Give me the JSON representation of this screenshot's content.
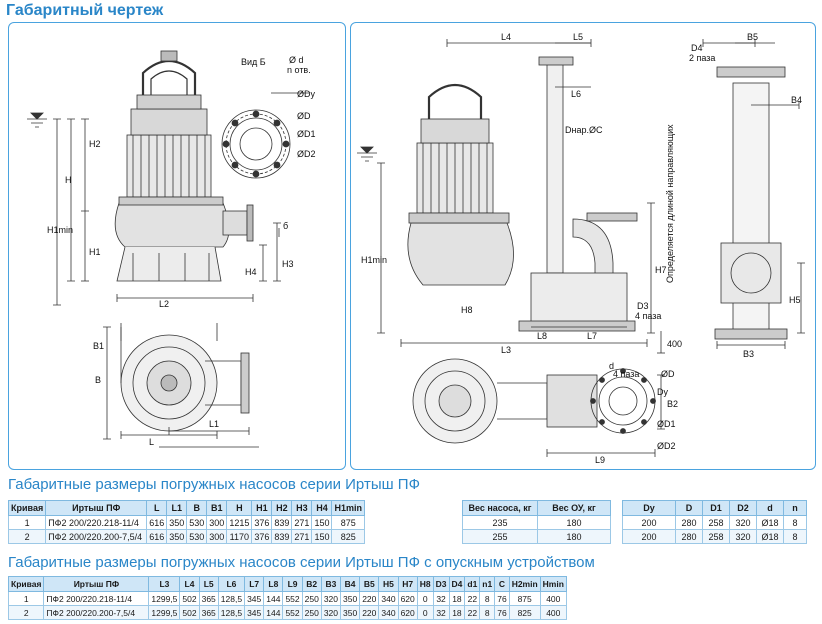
{
  "page": {
    "title": "Габаритный чертеж"
  },
  "drawing_labels": {
    "left": {
      "H": "H",
      "H1": "H1",
      "H2": "H2",
      "H1min": "H1min",
      "H3": "H3",
      "H4": "H4",
      "L": "L",
      "L1": "L1",
      "L2": "L2",
      "B": "B",
      "B1": "B1",
      "b": "б",
      "view": "Вид Б",
      "d": "Ø d",
      "n": "n отв.",
      "Dy": "ØDy",
      "D": "ØD",
      "D1": "ØD1",
      "D2": "ØD2"
    },
    "right": {
      "L3": "L3",
      "L4": "L4",
      "L5": "L5",
      "L6": "L6",
      "L7": "L7",
      "L8": "L8",
      "L9": "L9",
      "H1min": "H1min",
      "H7": "H7",
      "H8": "H8",
      "H5": "H5",
      "Dnar": "Dнар.ØC",
      "D3": "D3",
      "D4": "D4",
      "B2": "B2",
      "B3": "B3",
      "B4": "B4",
      "B5": "B5",
      "h400": "400",
      "paz1": "2 паза",
      "paz2": "4 паза",
      "paz3": "4 паза",
      "guides": "Определяется длиной направляющих",
      "D": "ØD",
      "Dy": "Dy",
      "D1": "ØD1",
      "D2": "ØD2",
      "d": "d"
    }
  },
  "table1": {
    "title": "Габаритные  размеры погружных насосов серии Иртыш ПФ",
    "headers": [
      "Кривая",
      "Иртыш ПФ",
      "L",
      "L1",
      "B",
      "B1",
      "H",
      "H1",
      "H2",
      "H3",
      "H4",
      "H1min"
    ],
    "rows": [
      [
        "1",
        "ПФ2 200/220.218-11/4",
        "616",
        "350",
        "530",
        "300",
        "1215",
        "376",
        "839",
        "271",
        "150",
        "875"
      ],
      [
        "2",
        "ПФ2 200/220.200-7,5/4",
        "616",
        "350",
        "530",
        "300",
        "1170",
        "376",
        "839",
        "271",
        "150",
        "825"
      ]
    ]
  },
  "table_weight": {
    "headers": [
      "Вес насоса, кг",
      "Вес ОУ, кг"
    ],
    "rows": [
      [
        "235",
        "180"
      ],
      [
        "255",
        "180"
      ]
    ]
  },
  "table_flange": {
    "headers": [
      "Dy",
      "D",
      "D1",
      "D2",
      "d",
      "n"
    ],
    "rows": [
      [
        "200",
        "280",
        "258",
        "320",
        "Ø18",
        "8"
      ],
      [
        "200",
        "280",
        "258",
        "320",
        "Ø18",
        "8"
      ]
    ]
  },
  "table2": {
    "title": "Габаритные  размеры погружных насосов серии Иртыш ПФ с опускным устройством",
    "headers": [
      "Кривая",
      "Иртыш ПФ",
      "L3",
      "L4",
      "L5",
      "L6",
      "L7",
      "L8",
      "L9",
      "B2",
      "B3",
      "B4",
      "B5",
      "H5",
      "H7",
      "H8",
      "D3",
      "D4",
      "d1",
      "n1",
      "C",
      "H2min",
      "Hmin"
    ],
    "rows": [
      [
        "1",
        "ПФ2 200/220.218-11/4",
        "1299,5",
        "502",
        "365",
        "128,5",
        "345",
        "144",
        "552",
        "250",
        "320",
        "350",
        "220",
        "340",
        "620",
        "0",
        "32",
        "18",
        "22",
        "8",
        "76",
        "875",
        "400"
      ],
      [
        "2",
        "ПФ2 200/220.200-7,5/4",
        "1299,5",
        "502",
        "365",
        "128,5",
        "345",
        "144",
        "552",
        "250",
        "320",
        "350",
        "220",
        "340",
        "620",
        "0",
        "32",
        "18",
        "22",
        "8",
        "76",
        "825",
        "400"
      ]
    ]
  }
}
